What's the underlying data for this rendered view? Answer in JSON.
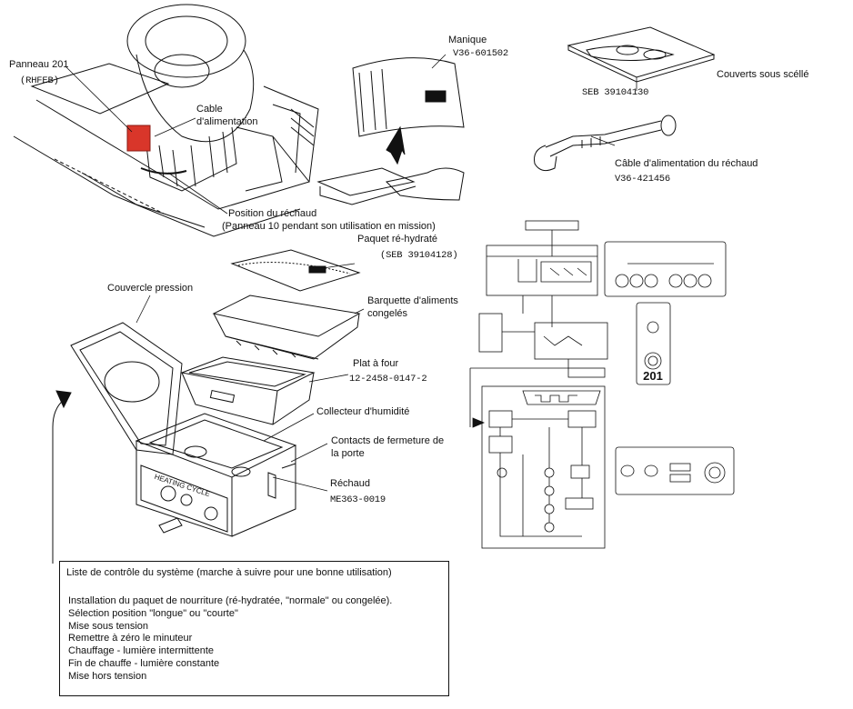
{
  "labels": {
    "panneau": "Panneau 201",
    "rhfeb": "(RHFEB)",
    "cable_alim": "Cable\nd'alimentation",
    "manique": "Manique",
    "manique_ref": "V36-601502",
    "couverts": "Couverts sous scéllé",
    "couverts_ref": "SEB 39104130",
    "cable_rechaud": "Câble d'alimentation du réchaud",
    "cable_rechaud_ref": "V36-421456",
    "position_rechaud": "Position du réchaud",
    "position_rechaud_note": "(Panneau 10 pendant son utilisation en mission)",
    "paquet": "Paquet ré-hydraté",
    "paquet_ref": "(SEB 39104128)",
    "couvercle": "Couvercle pression",
    "barquette": "Barquette d'aliments\ncongelés",
    "plat": "Plat à four",
    "plat_ref": "12-2458-0147-2",
    "collecteur": "Collecteur d'humidité",
    "contacts": "Contacts de fermeture de\nla porte",
    "rechaud": "Réchaud",
    "rechaud_ref": "ME363-0019",
    "heating_cycle_plate": "HEATING CYCLE",
    "panel_201": "201"
  },
  "checklist": {
    "title": "Liste de contrôle du système (marche à suivre pour une bonne utilisation)",
    "items": [
      "Installation du paquet de nourriture (ré-hydratée, \"normale\" ou congelée).",
      "Sélection position \"longue\" ou \"courte\"",
      "Mise sous tension",
      "Remettre à zéro le minuteur",
      "Chauffage - lumière intermittente",
      "Fin de chauffe - lumière constante",
      "Mise hors tension"
    ]
  },
  "colors": {
    "ink": "#111111",
    "highlight": "#d9362a"
  }
}
